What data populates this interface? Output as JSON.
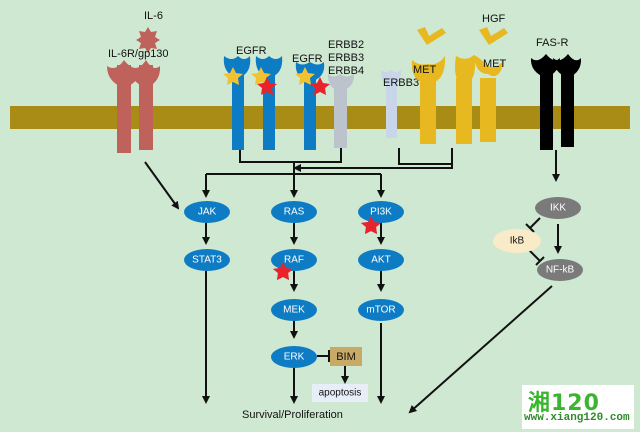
{
  "colors": {
    "background": "#cfe8d2",
    "membrane": "#a98c16",
    "il6": "#c0625c",
    "egfr": "#0e7cc4",
    "erbb_grey": "#bcc3cc",
    "erbb3": "#c9d6ea",
    "met": "#e8b820",
    "fasr": "#000000",
    "node_blue": "#0e7cc4",
    "node_grey": "#7a7a7a",
    "ikb": "#f9ebc8",
    "bim": "#c8aa66",
    "apoptosis": "#e8eef8",
    "star_yellow": "#f2c230",
    "star_red": "#e8232b"
  },
  "receptors": {
    "il6_ligand": "IL-6",
    "il6r": "IL-6R/gp130",
    "egfr_1": "EGFR",
    "egfr_2": "EGFR",
    "erbb_group": [
      "ERBB2",
      "ERBB3",
      "ERBB4"
    ],
    "erbb3": "ERBB3",
    "met_1": "MET",
    "met_2": "MET",
    "hgf": "HGF",
    "fasr": "FAS-R"
  },
  "nodes": {
    "jak": "JAK",
    "stat3": "STAT3",
    "ras": "RAS",
    "raf": "RAF",
    "mek": "MEK",
    "erk": "ERK",
    "pi3k": "PI3K",
    "akt": "AKT",
    "mtor": "mTOR",
    "bim": "BIM",
    "apoptosis": "apoptosis",
    "ikk": "IKK",
    "ikb": "IkB",
    "nfkb": "NF-kB"
  },
  "outcome": "Survival/Proliferation",
  "watermark": {
    "title": "湘120",
    "url": "www.xiang120.com"
  }
}
